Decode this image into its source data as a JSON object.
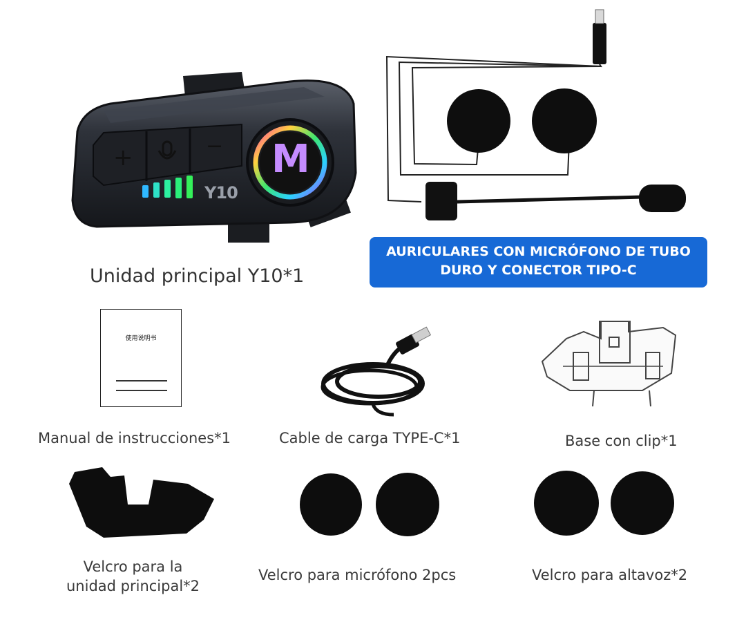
{
  "main_unit": {
    "caption": "Unidad principal Y10*1",
    "model_logo": "Y10",
    "logo_letter": "M",
    "buttons": {
      "plus": "+",
      "minus": "−"
    }
  },
  "headset": {
    "banner_line1": "AURICULARES CON MICRÓFONO DE TUBO",
    "banner_line2": "DURO Y CONECTOR TIPO-C"
  },
  "items": {
    "manual": {
      "caption": "Manual de instrucciones*1",
      "cover_text": "使用说明书"
    },
    "cable": {
      "caption": "Cable de carga TYPE-C*1"
    },
    "clip": {
      "caption": "Base con clip*1"
    },
    "velcro_unit": {
      "caption_line1": "Velcro para la",
      "caption_line2": "unidad principal*2"
    },
    "velcro_mic": {
      "caption": "Velcro para micrófono 2pcs"
    },
    "velcro_speaker": {
      "caption": "Velcro para altavoz*2"
    }
  },
  "colors": {
    "banner_blue": "#1769d6",
    "device_body": "#2c2f36",
    "felt_black": "#0d0d0d"
  }
}
